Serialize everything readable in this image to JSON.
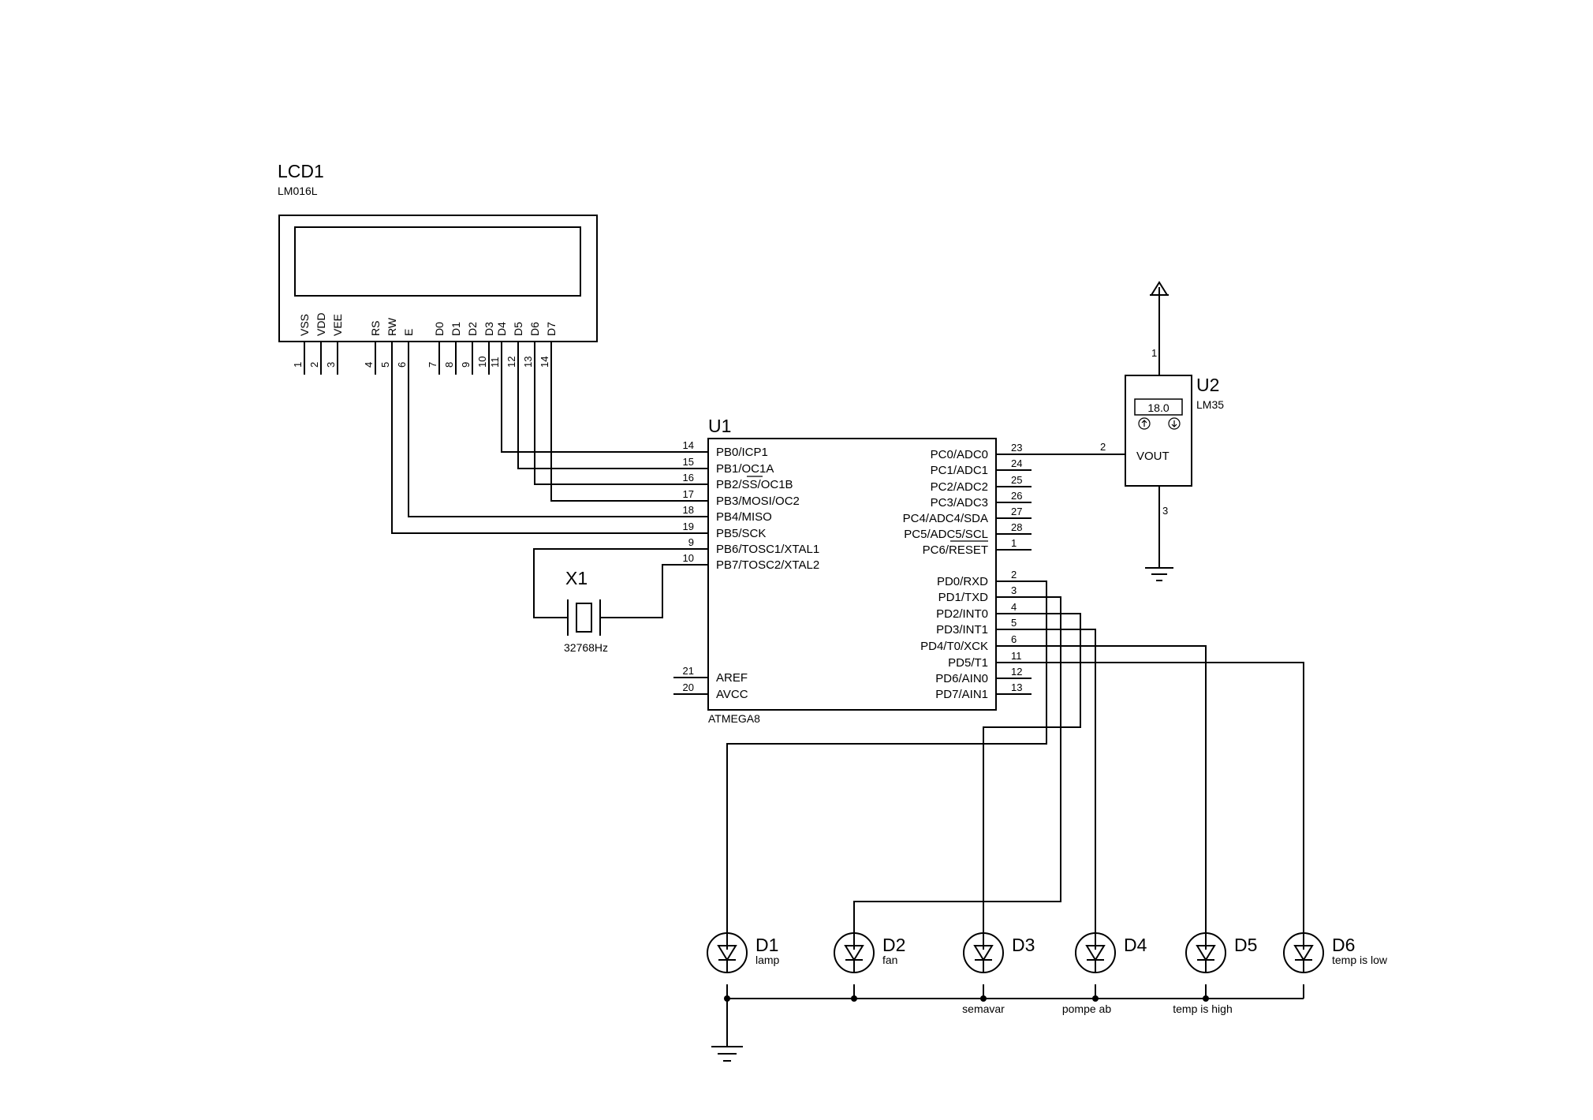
{
  "lcd": {
    "ref": "LCD1",
    "value": "LM016L",
    "pins": [
      {
        "name": "VSS",
        "num": "1"
      },
      {
        "name": "VDD",
        "num": "2"
      },
      {
        "name": "VEE",
        "num": "3"
      },
      {
        "name": "RS",
        "num": "4"
      },
      {
        "name": "RW",
        "num": "5"
      },
      {
        "name": "E",
        "num": "6"
      },
      {
        "name": "D0",
        "num": "7"
      },
      {
        "name": "D1",
        "num": "8"
      },
      {
        "name": "D2",
        "num": "9"
      },
      {
        "name": "D3",
        "num": "10"
      },
      {
        "name": "D4",
        "num": "11"
      },
      {
        "name": "D5",
        "num": "12"
      },
      {
        "name": "D6",
        "num": "13"
      },
      {
        "name": "D7",
        "num": "14"
      }
    ]
  },
  "mcu": {
    "ref": "U1",
    "value": "ATMEGA8",
    "left_pins": [
      {
        "name": "PB0/ICP1",
        "num": "14"
      },
      {
        "name": "PB1/OC1A",
        "num": "15"
      },
      {
        "name": "PB2/SS/OC1B",
        "num": "16"
      },
      {
        "name": "PB3/MOSI/OC2",
        "num": "17"
      },
      {
        "name": "PB4/MISO",
        "num": "18"
      },
      {
        "name": "PB5/SCK",
        "num": "19"
      },
      {
        "name": "PB6/TOSC1/XTAL1",
        "num": "9"
      },
      {
        "name": "PB7/TOSC2/XTAL2",
        "num": "10"
      },
      {
        "name": "AREF",
        "num": "21"
      },
      {
        "name": "AVCC",
        "num": "20"
      }
    ],
    "right_pins": [
      {
        "name": "PC0/ADC0",
        "num": "23"
      },
      {
        "name": "PC1/ADC1",
        "num": "24"
      },
      {
        "name": "PC2/ADC2",
        "num": "25"
      },
      {
        "name": "PC3/ADC3",
        "num": "26"
      },
      {
        "name": "PC4/ADC4/SDA",
        "num": "27"
      },
      {
        "name": "PC5/ADC5/SCL",
        "num": "28"
      },
      {
        "name": "PC6/RESET",
        "num": "1"
      },
      {
        "name": "PD0/RXD",
        "num": "2"
      },
      {
        "name": "PD1/TXD",
        "num": "3"
      },
      {
        "name": "PD2/INT0",
        "num": "4"
      },
      {
        "name": "PD3/INT1",
        "num": "5"
      },
      {
        "name": "PD4/T0/XCK",
        "num": "6"
      },
      {
        "name": "PD5/T1",
        "num": "11"
      },
      {
        "name": "PD6/AIN0",
        "num": "12"
      },
      {
        "name": "PD7/AIN1",
        "num": "13"
      }
    ]
  },
  "sensor": {
    "ref": "U2",
    "value": "LM35",
    "display": "18.0",
    "pin_label": "VOUT",
    "pin_vcc": "1",
    "pin_out": "2",
    "pin_gnd": "3"
  },
  "crystal": {
    "ref": "X1",
    "value": "32768Hz"
  },
  "leds": [
    {
      "ref": "D1",
      "label": "lamp"
    },
    {
      "ref": "D2",
      "label": "fan"
    },
    {
      "ref": "D3",
      "label": "semavar"
    },
    {
      "ref": "D4",
      "label": "pompe ab"
    },
    {
      "ref": "D5",
      "label": "temp is high"
    },
    {
      "ref": "D6",
      "label": "temp is low"
    }
  ]
}
